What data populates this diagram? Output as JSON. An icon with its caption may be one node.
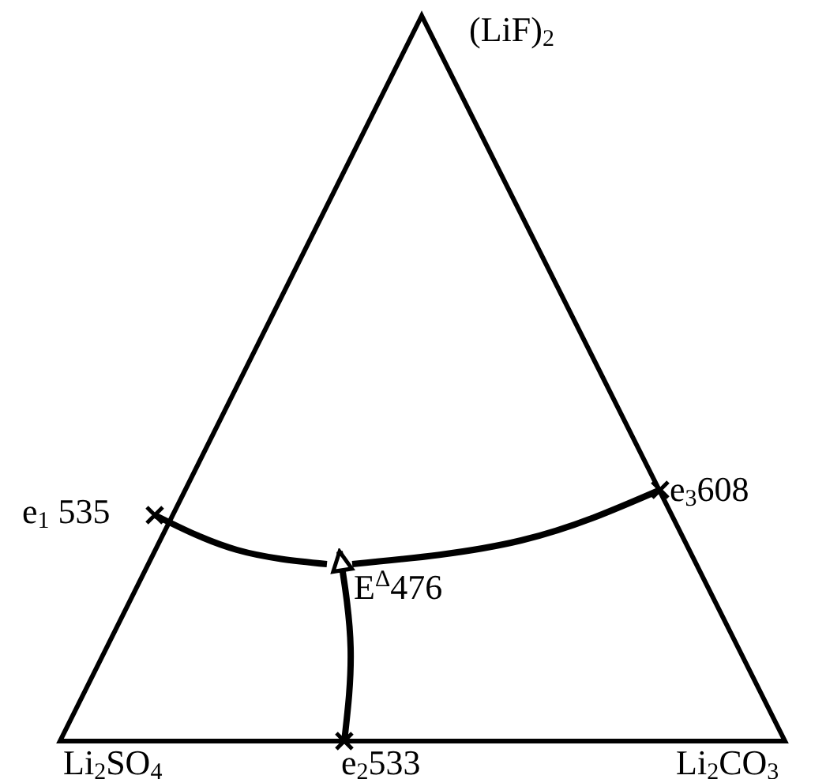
{
  "diagram": {
    "nodes": [
      {
        "text": [
          "e$_{1}$ 535"
        ]
      },
      {
        "text": [
          "e$_{3}$608"
        ]
      },
      {
        "text": [
          "E$^{Δ}$476"
        ]
      },
      {
        "text": [
          "e$_{2}$533"
        ]
      }
    ],
    "edges": [
      {
        "from": 0,
        "to": 2,
        "arrow": "none"
      },
      {
        "from": 1,
        "to": 2,
        "arrow": "none"
      },
      {
        "from": 3,
        "to": 2,
        "arrow": "to"
      }
    ],
    "labels": [
      "(LiF)$_{2}$",
      "Li$_{2}$SO$_{4}$",
      "Li$_{2}$CO$_{3}$"
    ]
  }
}
